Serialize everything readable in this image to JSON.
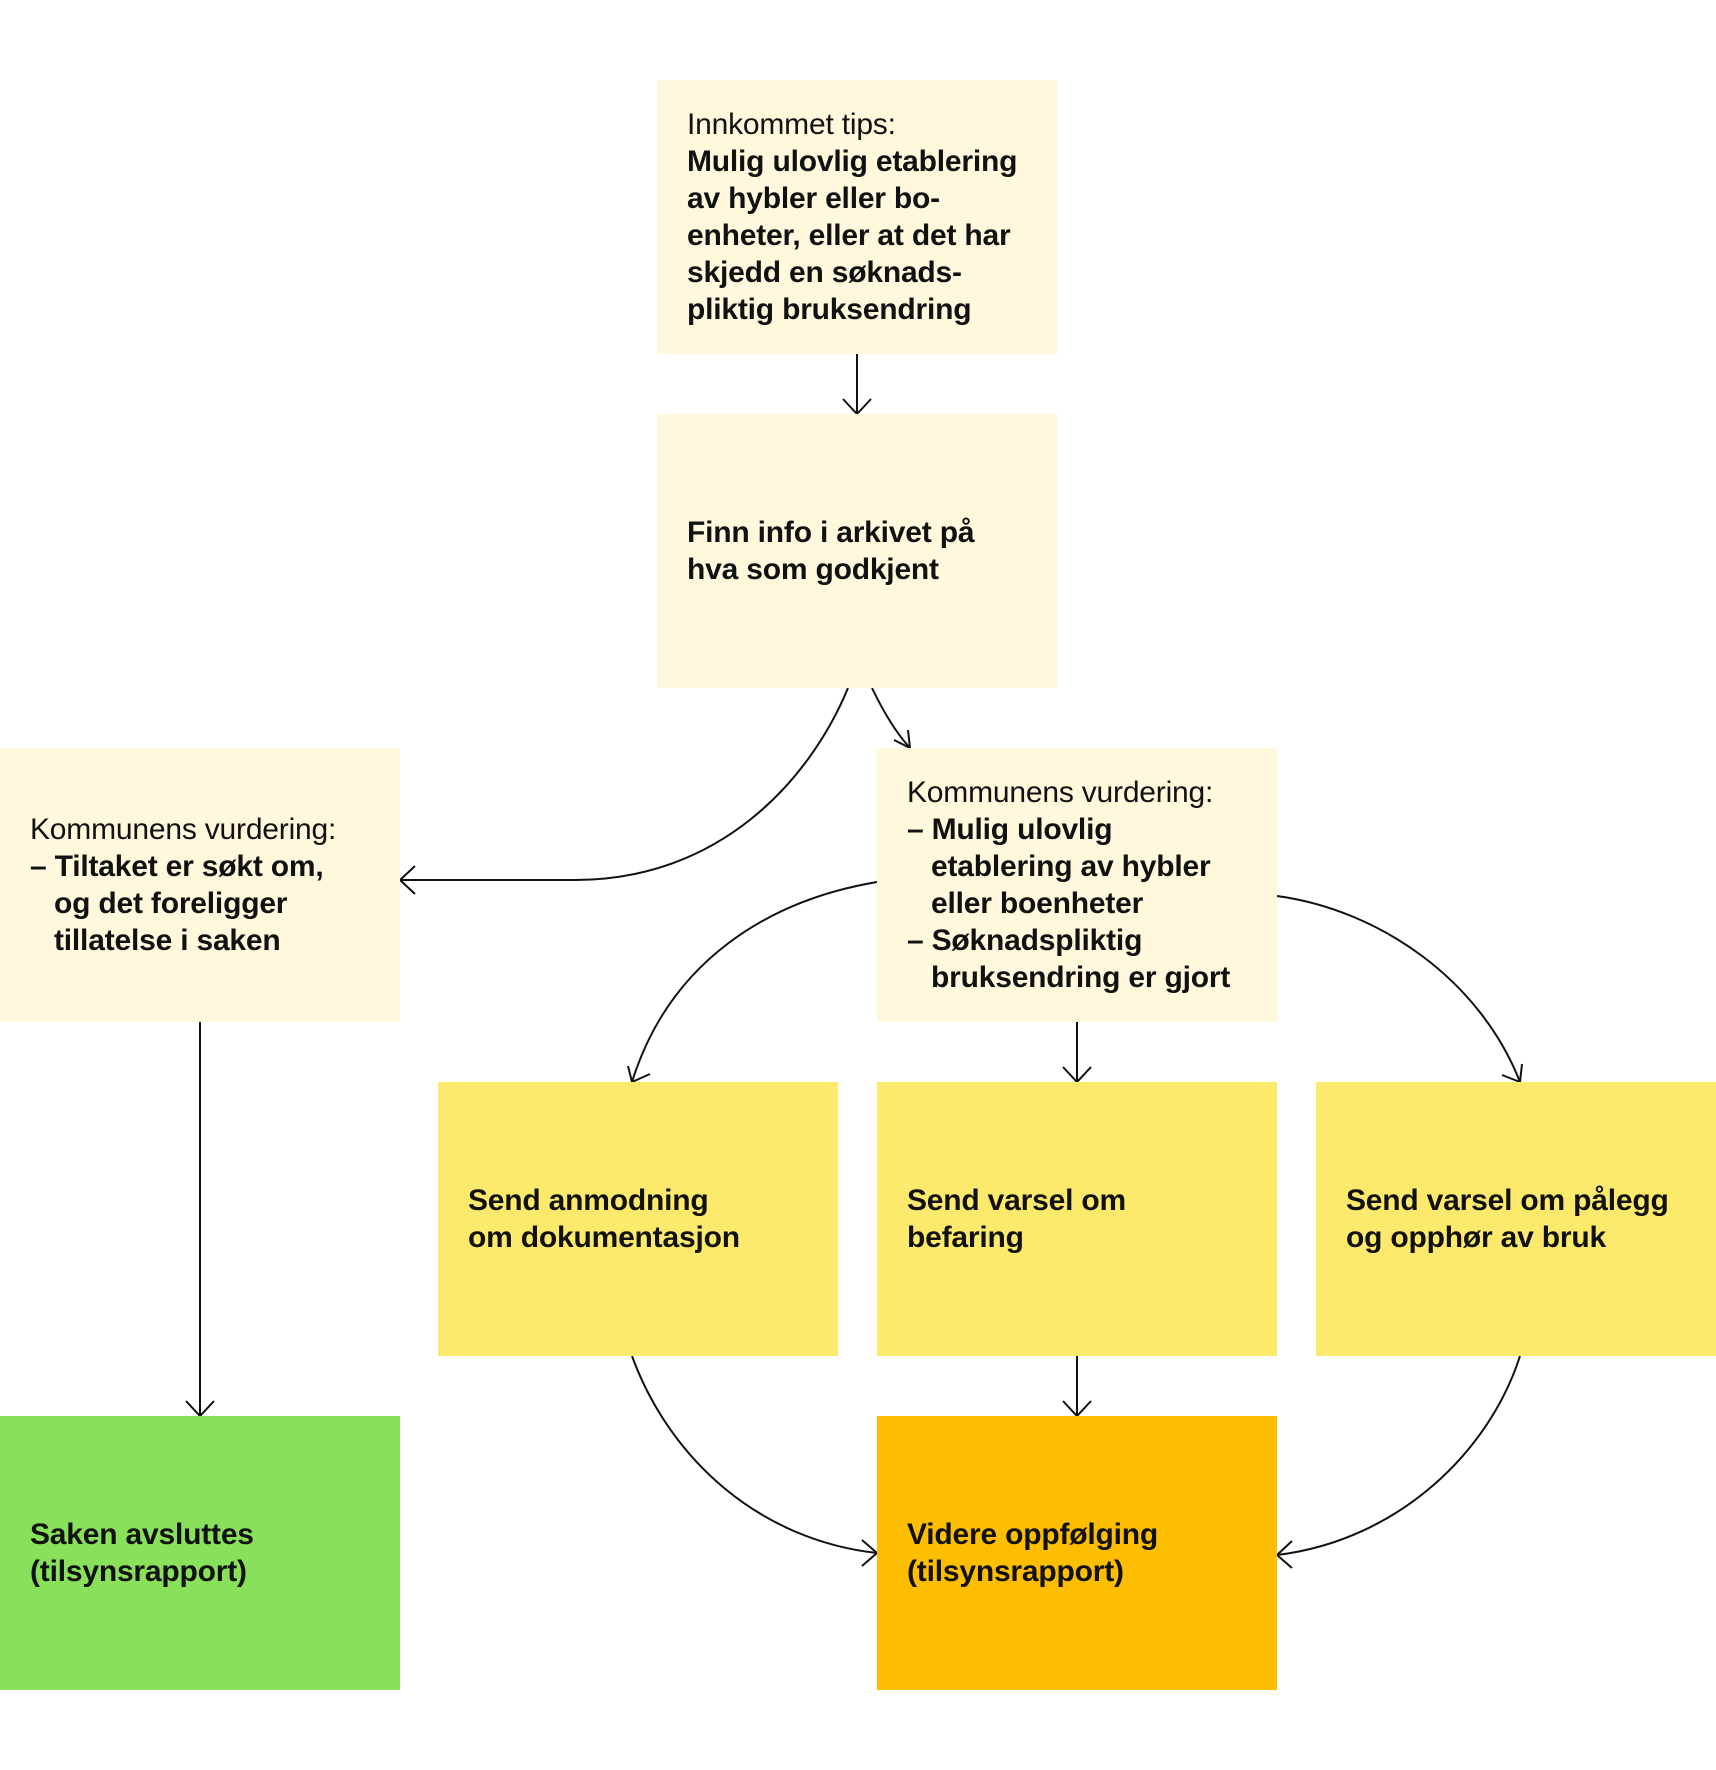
{
  "boxes": {
    "tip": {
      "heading": "Innkommet tips:",
      "lines": [
        "Mulig ulovlig etablering",
        "av hybler eller bo-",
        "enheter, eller at det har",
        "skjedd en søknads-",
        "pliktig bruksendring"
      ]
    },
    "archive": {
      "lines": [
        "Finn info i arkivet på",
        "hva som godkjent"
      ]
    },
    "legal_assessment": {
      "heading": "Kommunens vurdering:",
      "lines": [
        "– Tiltaket er søkt om,",
        "og det foreligger",
        "tillatelse i saken"
      ]
    },
    "illegal_assessment": {
      "heading": "Kommunens vurdering:",
      "lines": [
        "– Mulig ulovlig",
        "etablering av hybler",
        "eller boenheter",
        "– Søknadspliktig",
        "bruksendring er gjort"
      ]
    },
    "documentation": {
      "lines": [
        "Send anmodning",
        "om dokumentasjon"
      ]
    },
    "inspection": {
      "lines": [
        "Send varsel om",
        "befaring"
      ]
    },
    "order": {
      "lines": [
        "Send varsel om pålegg",
        "og opphør av bruk"
      ]
    },
    "closed": {
      "lines": [
        "Saken avsluttes",
        "(tilsynsrapport)"
      ]
    },
    "followup": {
      "lines": [
        "Videre oppfølging",
        "(tilsynsrapport)"
      ]
    }
  },
  "colors": {
    "pale_yellow": "#fff8dc",
    "yellow": "#fde96c",
    "green": "#88e05b",
    "amber": "#fdbd00",
    "line": "#111111"
  }
}
